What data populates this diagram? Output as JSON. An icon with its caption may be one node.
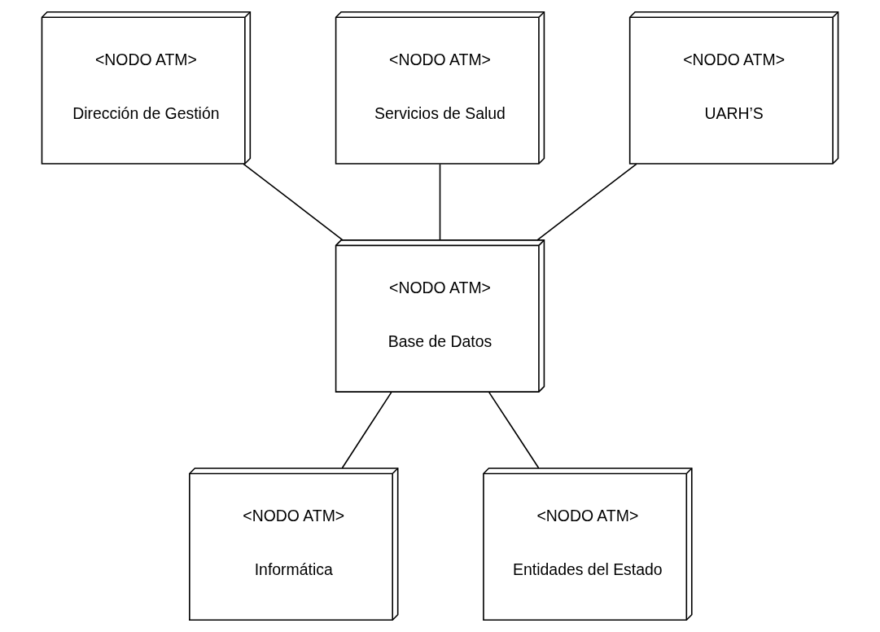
{
  "diagram": {
    "nodes": [
      {
        "text": [
          "<NODO ATM>",
          "Dirección de Gestión"
        ]
      },
      {
        "text": [
          "<NODO ATM>",
          "Servicios de Salud"
        ]
      },
      {
        "text": [
          "<NODO ATM>",
          "UARH’S"
        ]
      },
      {
        "text": [
          "<NODO ATM>",
          "Base de Datos"
        ]
      },
      {
        "text": [
          "<NODO ATM>",
          "Informática"
        ]
      },
      {
        "text": [
          "<NODO ATM>",
          "Entidades del Estado"
        ]
      }
    ],
    "edges": [
      {
        "from": 0,
        "to": 3,
        "arrow": "none"
      },
      {
        "from": 1,
        "to": 3,
        "arrow": "none"
      },
      {
        "from": 2,
        "to": 3,
        "arrow": "none"
      },
      {
        "from": 3,
        "to": 4,
        "arrow": "none"
      },
      {
        "from": 3,
        "to": 5,
        "arrow": "none"
      }
    ]
  }
}
